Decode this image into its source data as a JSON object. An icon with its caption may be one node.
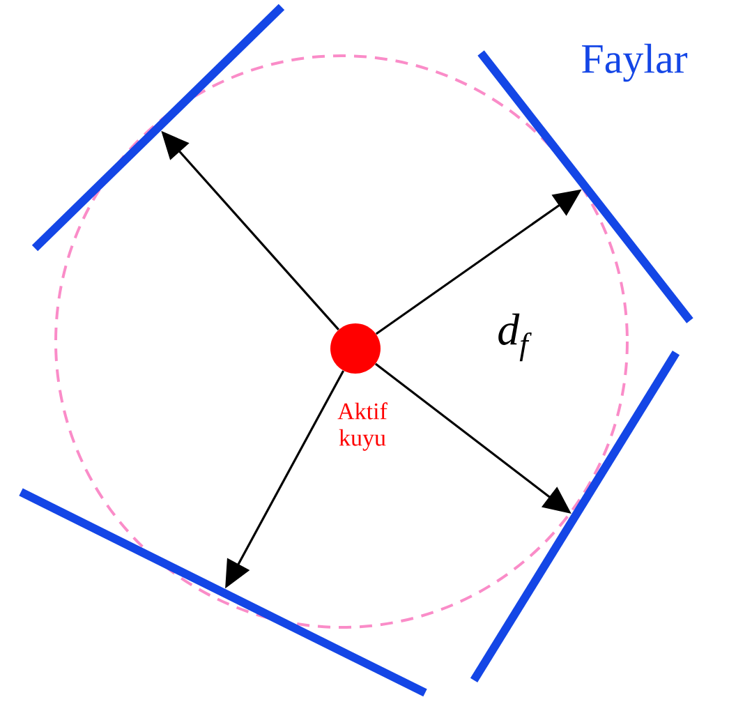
{
  "diagram": {
    "nodes": [
      {
        "text": [],
        "shape": "circle",
        "beside": [
          "Aktif kuyu"
        ]
      },
      {
        "text": [],
        "shape": "bar"
      },
      {
        "text": [],
        "shape": "bar"
      },
      {
        "text": [],
        "shape": "bar"
      },
      {
        "text": [],
        "shape": "bar"
      }
    ],
    "edges": [
      {
        "from": 0,
        "to": 1,
        "arrow": "to"
      },
      {
        "from": 0,
        "to": 2,
        "arrow": "to",
        "label": "d$_{f}$"
      },
      {
        "from": 0,
        "to": 3,
        "arrow": "to"
      },
      {
        "from": 0,
        "to": 4,
        "arrow": "to"
      }
    ],
    "labels": [
      "Faylar"
    ]
  }
}
